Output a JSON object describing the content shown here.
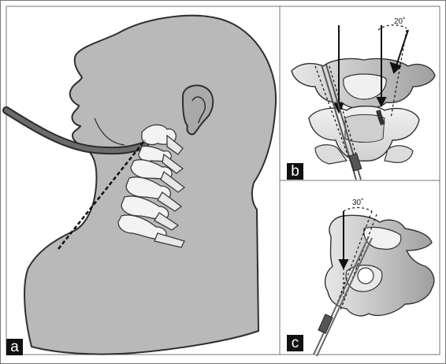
{
  "panels": {
    "a": {
      "label": "a"
    },
    "b": {
      "label": "b",
      "angle_text": "20˚"
    },
    "c": {
      "label": "c",
      "angle_text": "30˚"
    }
  },
  "colors": {
    "skin": "#b9b9b9",
    "skin_outline": "#333333",
    "bone": "#f3f3f3",
    "bone_shadow": "#9a9a9a",
    "tube": "#4b4b4b",
    "needle": "#8a8a8a",
    "label_bg": "#111111",
    "label_fg": "#ffffff"
  }
}
